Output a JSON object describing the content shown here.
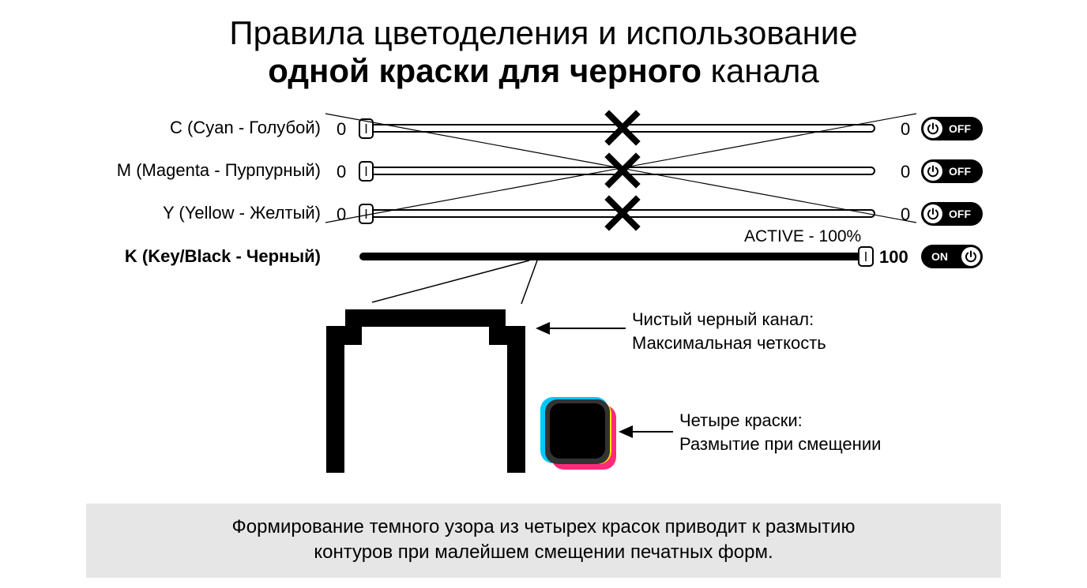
{
  "title": {
    "line1": "Правила цветоделения и использование",
    "line2_bold": "одной краски для черного",
    "line2_rest": " канала"
  },
  "channels": [
    {
      "label": "C (Cyan - Голубой)",
      "value_left": "0",
      "value_right": "0",
      "toggle": "OFF",
      "level": 0
    },
    {
      "label": "M (Magenta - Пурпурный)",
      "value_left": "0",
      "value_right": "0",
      "toggle": "OFF",
      "level": 0
    },
    {
      "label": "Y (Yellow - Желтый)",
      "value_left": "0",
      "value_right": "0",
      "toggle": "OFF",
      "level": 0
    },
    {
      "label": "K (Key/Black - Черный)",
      "value_right": "100",
      "toggle": "ON",
      "level": 100,
      "status": "ACTIVE - 100%"
    }
  ],
  "notes": {
    "pure_black": [
      "Чистый черный канал:",
      "Максимальная четкость"
    ],
    "four_inks": [
      "Четыре краски:",
      "Размытие при смещении"
    ]
  },
  "footer": {
    "line1": "Формирование темного узора из четырех красок приводит к размытию",
    "line2": "контуров при малейшем смещении печатных форм."
  },
  "colors": {
    "black": "#000000",
    "cyan": "#00c8ff",
    "magenta": "#ff2a7a",
    "yellow": "#ffe600",
    "footer_bg": "#e6e6e6"
  },
  "icons": [
    "power-icon",
    "cross-mark-icon",
    "arrow-left-icon"
  ]
}
